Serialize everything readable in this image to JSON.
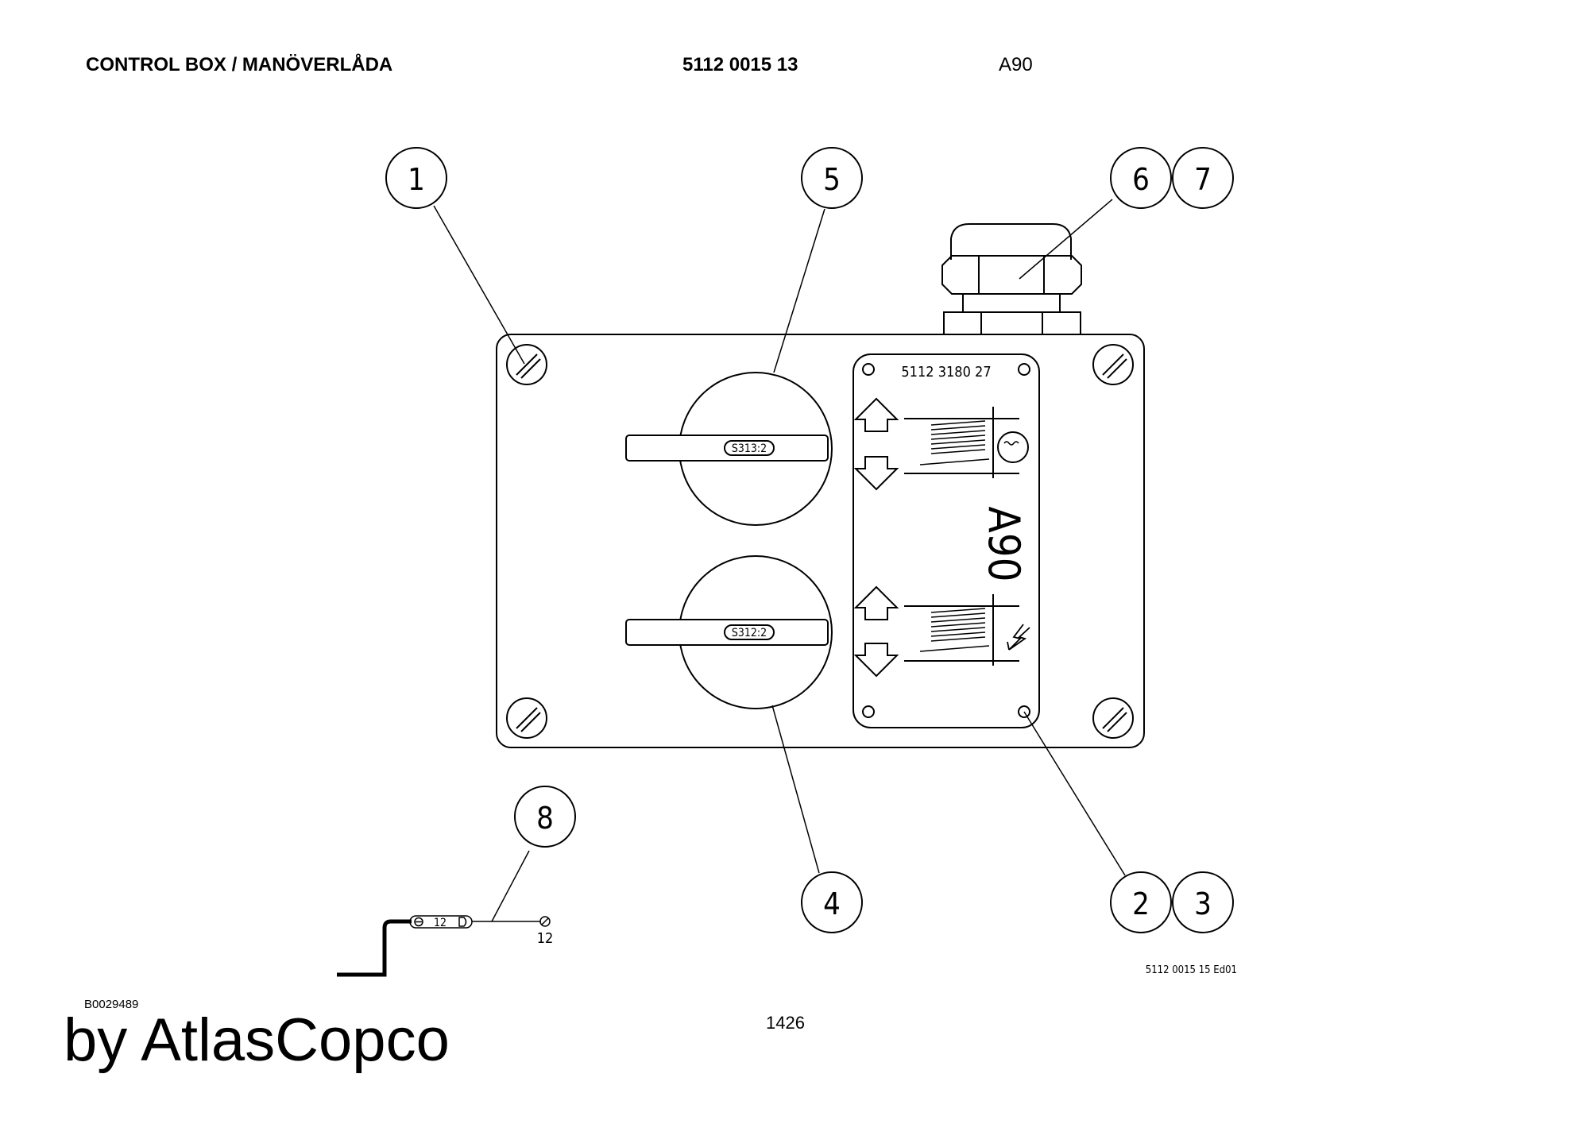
{
  "header": {
    "title": "CONTROL BOX / MANÖVERLÅDA",
    "part_number": "5112 0015 13",
    "model": "A90"
  },
  "drawing": {
    "label_plate": {
      "part_number": "5112 3180 27",
      "model": "A90"
    },
    "switches": [
      {
        "tag": "S313:2"
      },
      {
        "tag": "S312:2"
      }
    ],
    "callouts": [
      "1",
      "5",
      "6",
      "7",
      "8",
      "4",
      "2",
      "3"
    ],
    "detail_8": {
      "size_label": "12",
      "end_label": "12"
    },
    "drawing_code": "5112 0015 15 Ed01"
  },
  "footer": {
    "ref_code": "B0029489",
    "page_number": "1426",
    "brand": "by AtlasCopco"
  },
  "icons": [
    "screw-icon",
    "arrow-up-icon",
    "arrow-down-icon",
    "lamp-icon",
    "lightning-icon"
  ]
}
